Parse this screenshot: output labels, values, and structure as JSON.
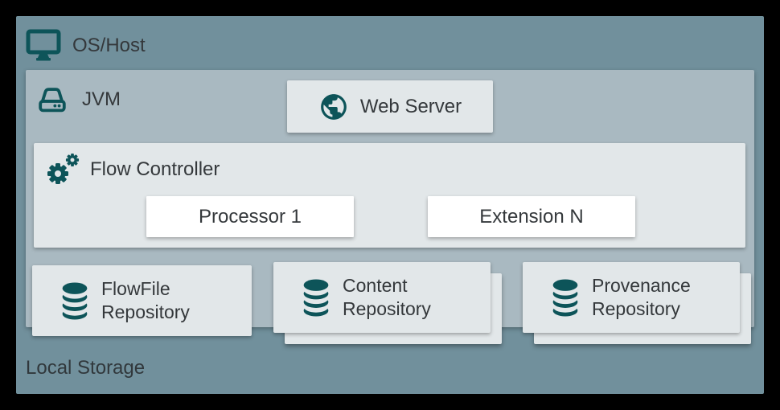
{
  "colors": {
    "canvas": "#000000",
    "os_host_bg": "#71909c",
    "jvm_bg": "#a9b9c1",
    "card_bg": "#e2e7e9",
    "white_box_bg": "#ffffff",
    "icon_teal": "#0d5459",
    "text": "#34383b"
  },
  "os_host": {
    "label": "OS/Host",
    "icon": "desktop-monitor-icon"
  },
  "jvm": {
    "label": "JVM",
    "icon": "hard-drive-icon"
  },
  "web_server": {
    "label": "Web Server",
    "icon": "globe-icon"
  },
  "flow_controller": {
    "label": "Flow Controller",
    "icon": "gears-icon",
    "children": [
      {
        "label": "Processor 1"
      },
      {
        "label": "Extension N"
      }
    ]
  },
  "repositories": [
    {
      "line1": "FlowFile",
      "line2": "Repository",
      "icon": "database-icon",
      "stacked": false
    },
    {
      "line1": "Content",
      "line2": "Repository",
      "icon": "database-icon",
      "stacked": true
    },
    {
      "line1": "Provenance",
      "line2": "Repository",
      "icon": "database-icon",
      "stacked": true
    }
  ],
  "local_storage": {
    "label": "Local Storage"
  }
}
